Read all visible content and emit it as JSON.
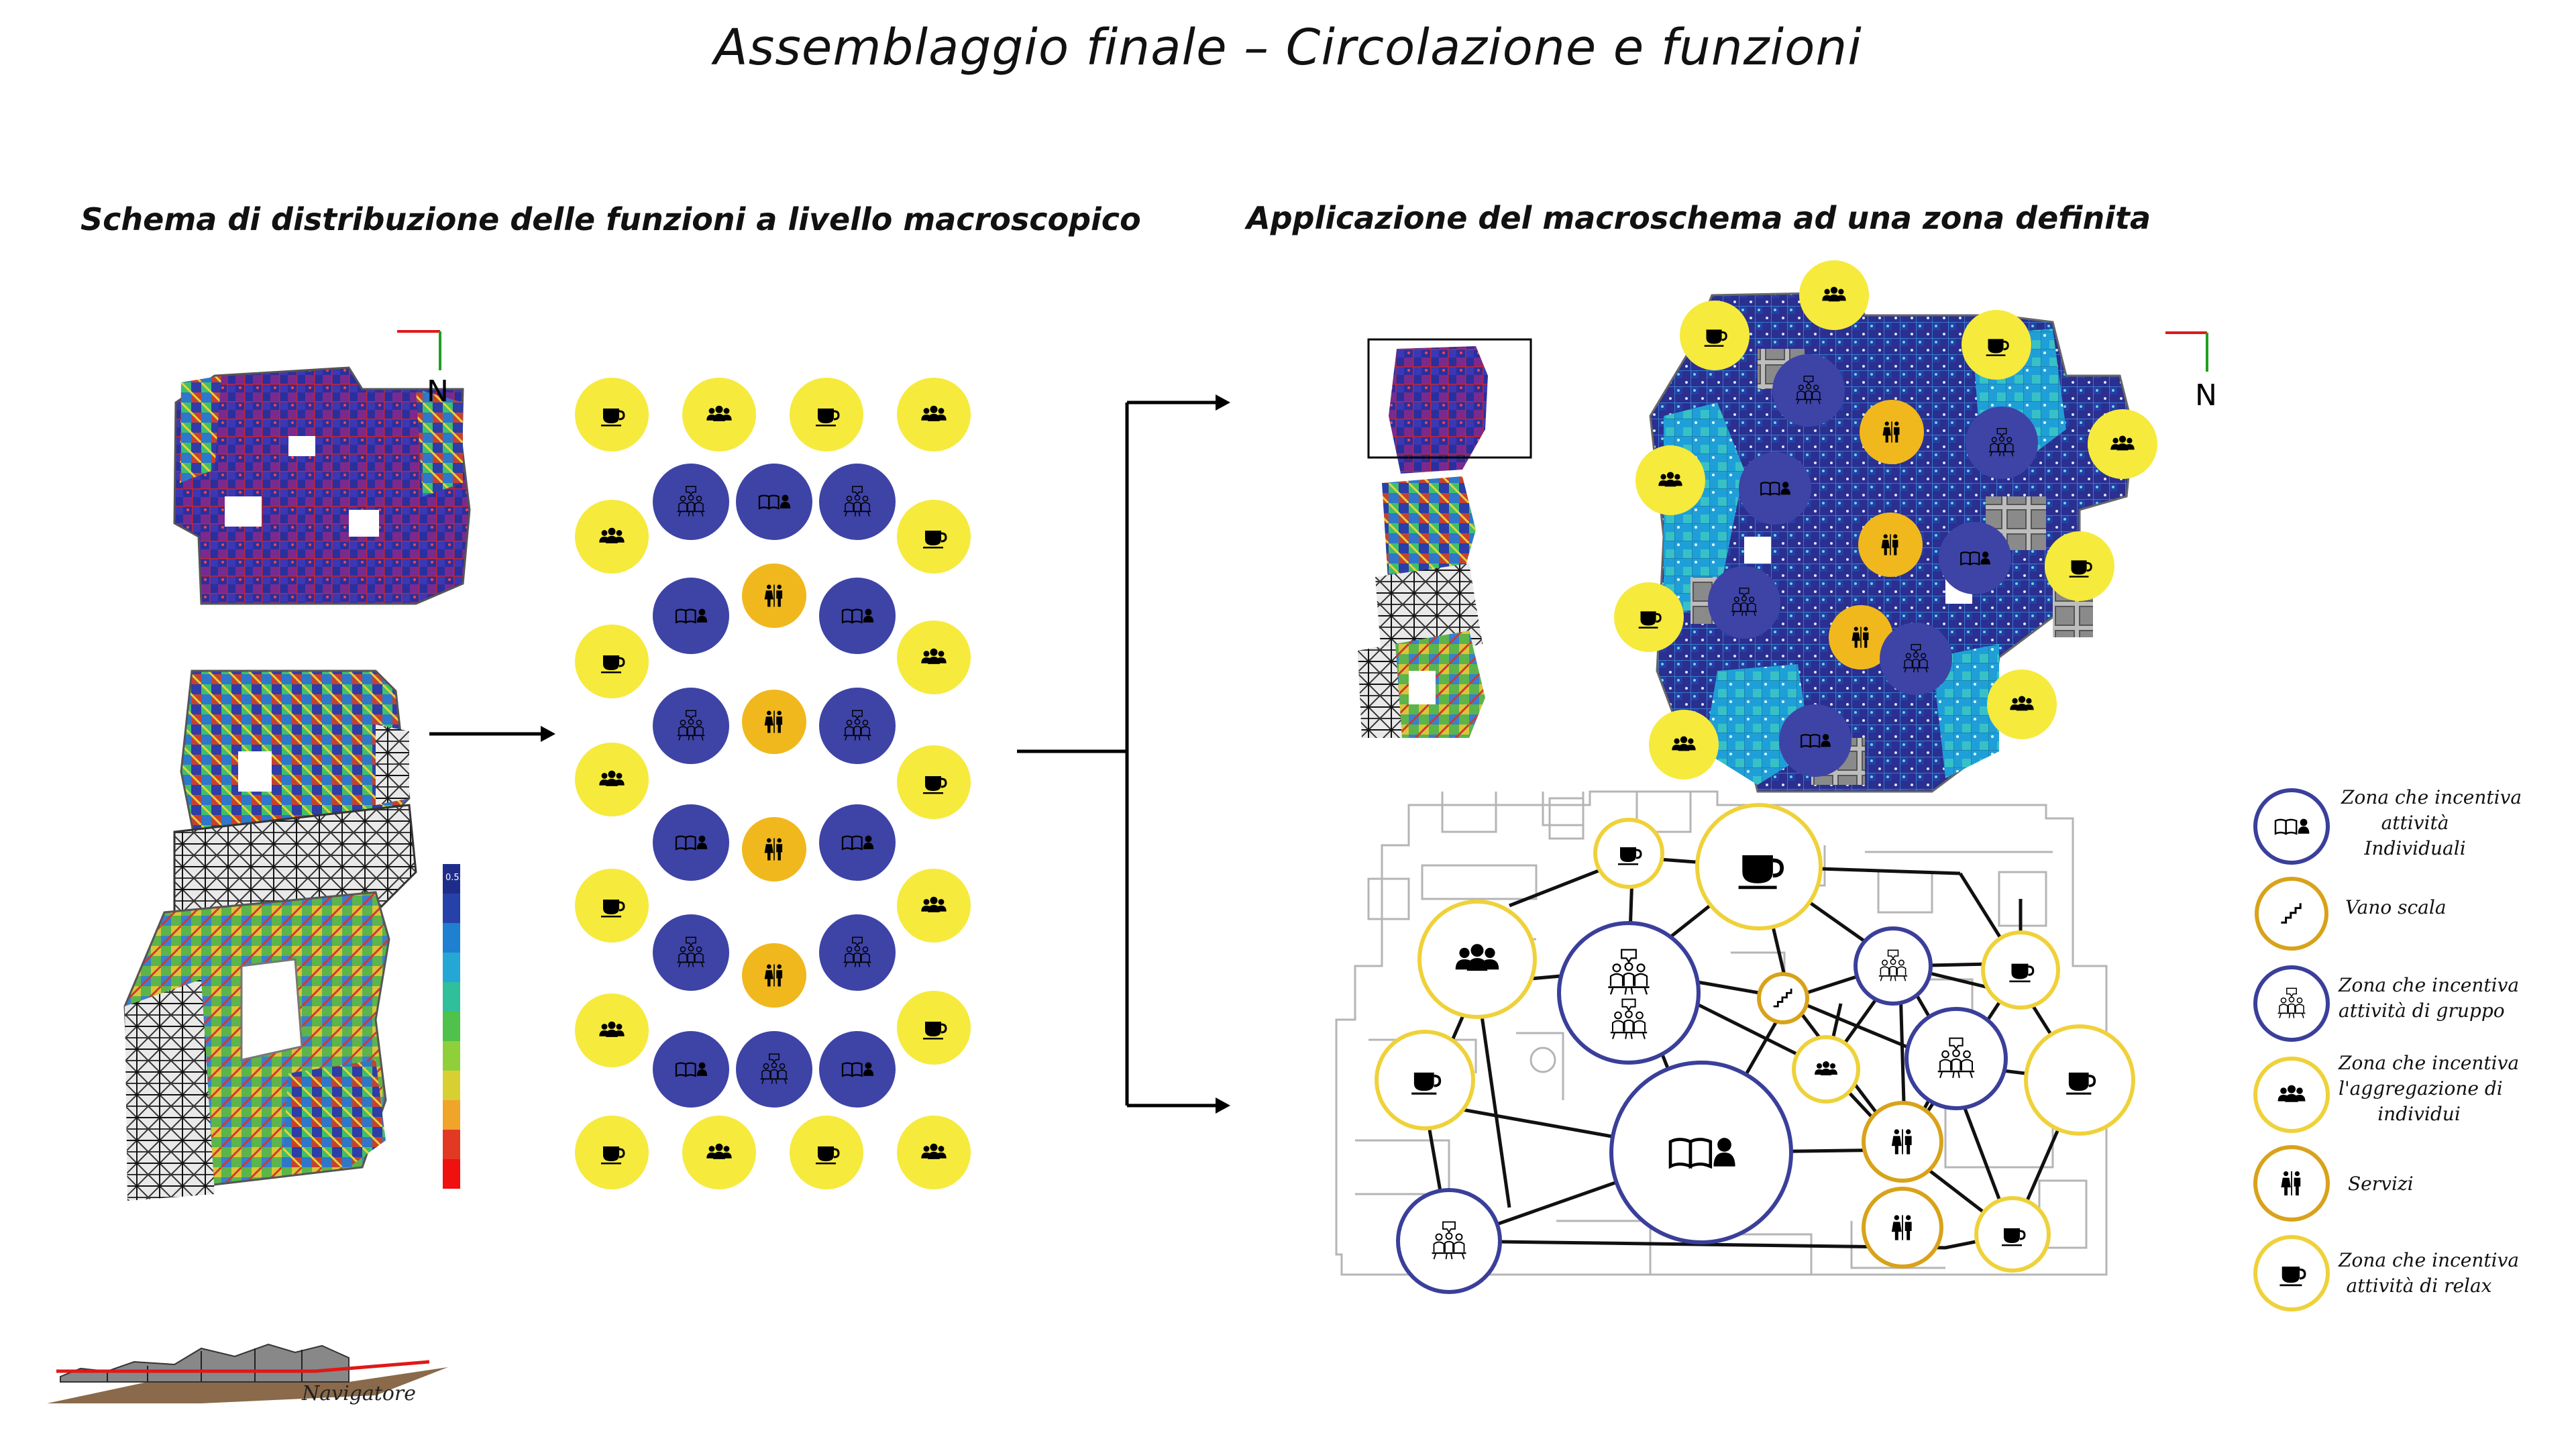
{
  "title": "Assemblaggio finale – Circolazione e funzioni",
  "sections": {
    "left": "Schema di distribuzione delle funzioni a livello macroscopico",
    "right": "Applicazione del macroschema ad una zona definita"
  },
  "north": "N",
  "navigator": "Navigatore",
  "colorbar": {
    "top_label": "0.53"
  },
  "legend": [
    {
      "id": "individual",
      "lines": [
        "Zona che incentiva",
        "attività",
        "Individuali"
      ]
    },
    {
      "id": "stair",
      "lines": [
        "Vano scala"
      ]
    },
    {
      "id": "group",
      "lines": [
        "Zona che incentiva",
        "attività di gruppo"
      ]
    },
    {
      "id": "aggregation",
      "lines": [
        "Zona che incentiva",
        "l'aggregazione di",
        "individui"
      ]
    },
    {
      "id": "services",
      "lines": [
        "Servizi"
      ]
    },
    {
      "id": "relax",
      "lines": [
        "Zona che incentiva",
        "attività di relax"
      ]
    }
  ],
  "colors": {
    "relax_yellow": "#f6ea3d",
    "services_orange": "#f0b81c",
    "zone_blue": "#3e43a6",
    "ring_yellow": "#efd13a",
    "ring_gold": "#d8a21a",
    "ring_blue": "#3a3f9a"
  },
  "icons": [
    "cup-icon",
    "people-group-icon",
    "book-person-icon",
    "group-activity-icon",
    "restroom-icon",
    "stairs-icon"
  ]
}
